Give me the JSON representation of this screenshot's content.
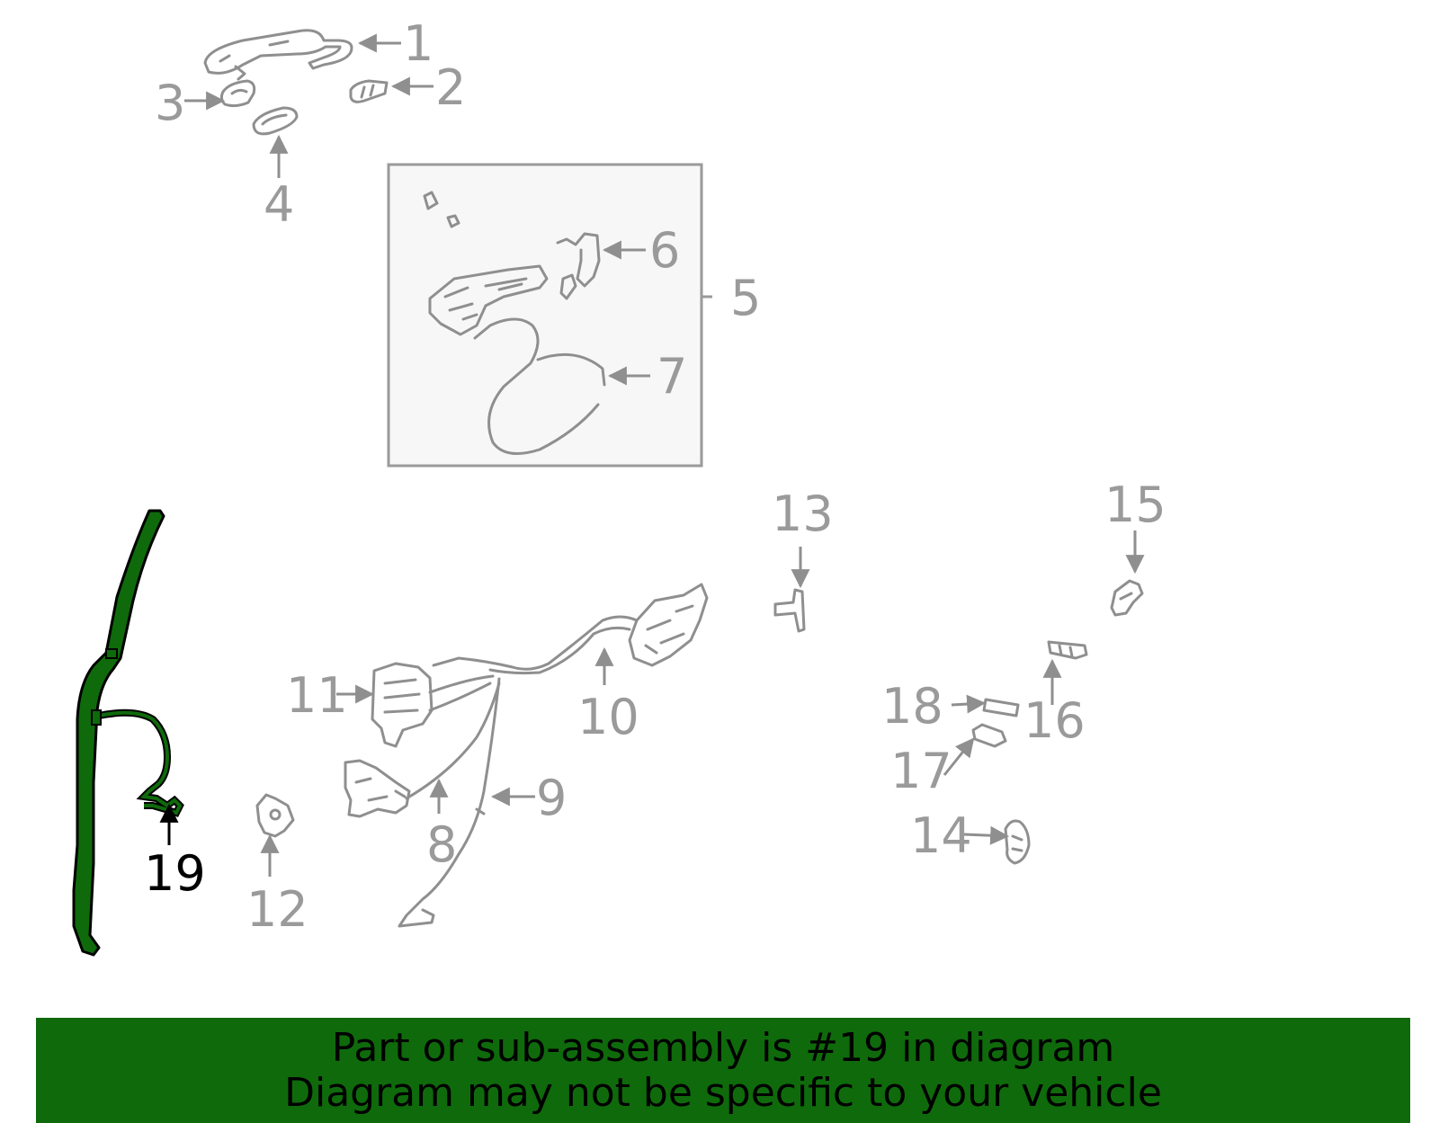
{
  "callouts": {
    "c1": "1",
    "c2": "2",
    "c3": "3",
    "c4": "4",
    "c5": "5",
    "c6": "6",
    "c7": "7",
    "c8": "8",
    "c9": "9",
    "c10": "10",
    "c11": "11",
    "c12": "12",
    "c13": "13",
    "c14": "14",
    "c15": "15",
    "c16": "16",
    "c17": "17",
    "c18": "18",
    "c19": "19"
  },
  "highlight": {
    "part": "19",
    "color": "#0f6a0b"
  },
  "banner": {
    "line1": "Part or sub-assembly is #19 in diagram",
    "line2": "Diagram may not be specific to your vehicle",
    "bg_color": "#0f6a0b"
  }
}
